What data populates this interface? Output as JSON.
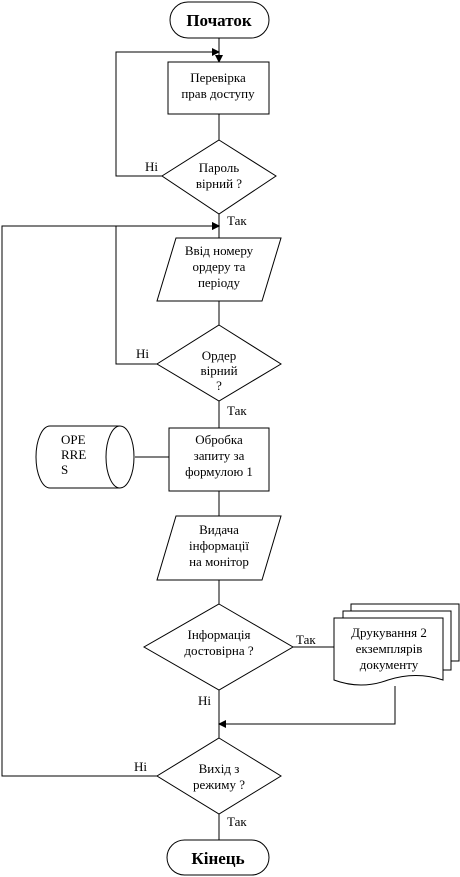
{
  "flowchart": {
    "start": "Початок",
    "end": "Кінець",
    "check_rights": [
      "Перевірка",
      "прав доступу"
    ],
    "password_ok": [
      "Пароль",
      "вірний ?"
    ],
    "input_order": [
      "Ввід номеру",
      "ордеру та",
      "періоду"
    ],
    "order_ok": [
      "Ордер",
      "вірний",
      "?"
    ],
    "database": [
      "OPE",
      "RRE",
      "S"
    ],
    "process_request": [
      "Обробка",
      "запиту за",
      "формулою 1"
    ],
    "output_info": [
      "Видача",
      "інформації",
      "на монітор"
    ],
    "info_reliable": [
      "Інформація",
      "достовірна ?"
    ],
    "print_docs": [
      "Друкування 2",
      "екземплярів",
      "документу"
    ],
    "exit_mode": [
      "Вихід з",
      "режиму ?"
    ],
    "labels": {
      "yes": "Так",
      "no": "Ні"
    }
  }
}
